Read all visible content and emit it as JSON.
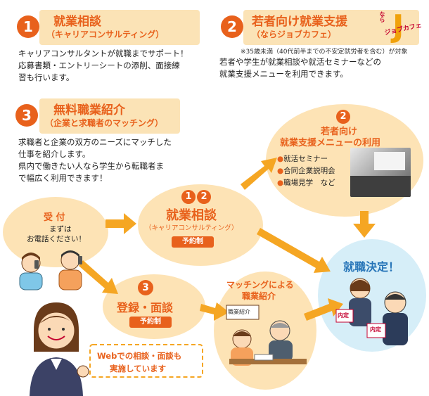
{
  "sec1": {
    "num": "1",
    "title": "就業相談",
    "subtitle": "（キャリアコンサルティング）",
    "lines": [
      "キャリアコンサルタントが就職までサポート！",
      "応募書類・エントリーシートの添削、面接練",
      "習も行います。"
    ]
  },
  "sec2": {
    "num": "2",
    "title": "若者向け就業支援",
    "subtitle": "（ならジョブカフェ）",
    "logo_small": "なら",
    "logo_text": "ジョブカフェ",
    "note": "※35歳未満（40代前半までの不安定就労者を含む）が対象",
    "lines": [
      "若者や学生が就業相談や就活セミナーなどの",
      "就業支援メニューを利用できます。"
    ]
  },
  "sec3": {
    "num": "3",
    "title": "無料職業紹介",
    "subtitle": "（企業と求職者のマッチング）",
    "lines": [
      "求職者と企業の双方のニーズにマッチした",
      "仕事を紹介します。",
      "県内で働きたい人なら学生から転職者ま",
      "で幅広く利用できます！"
    ]
  },
  "flow": {
    "reception": {
      "title": "受 付",
      "line1": "まずは",
      "line2": "お電話ください！"
    },
    "consult": {
      "nums": [
        "1",
        "2"
      ],
      "title": "就業相談",
      "subtitle": "（キャリアコンサルティング）",
      "badge": "予約制"
    },
    "youth": {
      "num": "2",
      "title1": "若者向け",
      "title2": "就業支援メニューの利用",
      "items": [
        "就活セミナー",
        "合同企業説明会",
        "職場見学　など"
      ]
    },
    "register": {
      "num": "3",
      "title": "登録・面談",
      "badge": "予約制"
    },
    "matching": {
      "title1": "マッチングによる",
      "title2": "職業紹介",
      "sign": "職業紹介"
    },
    "result": {
      "title": "就職決定！",
      "card": "内定"
    },
    "web": {
      "line1": "Webでの相談・面談も",
      "line2": "実施しています"
    }
  },
  "colors": {
    "accent": "#e8611c",
    "cream": "#fde3b5",
    "arrow": "#f5a623",
    "blue": "#d6eef8"
  }
}
